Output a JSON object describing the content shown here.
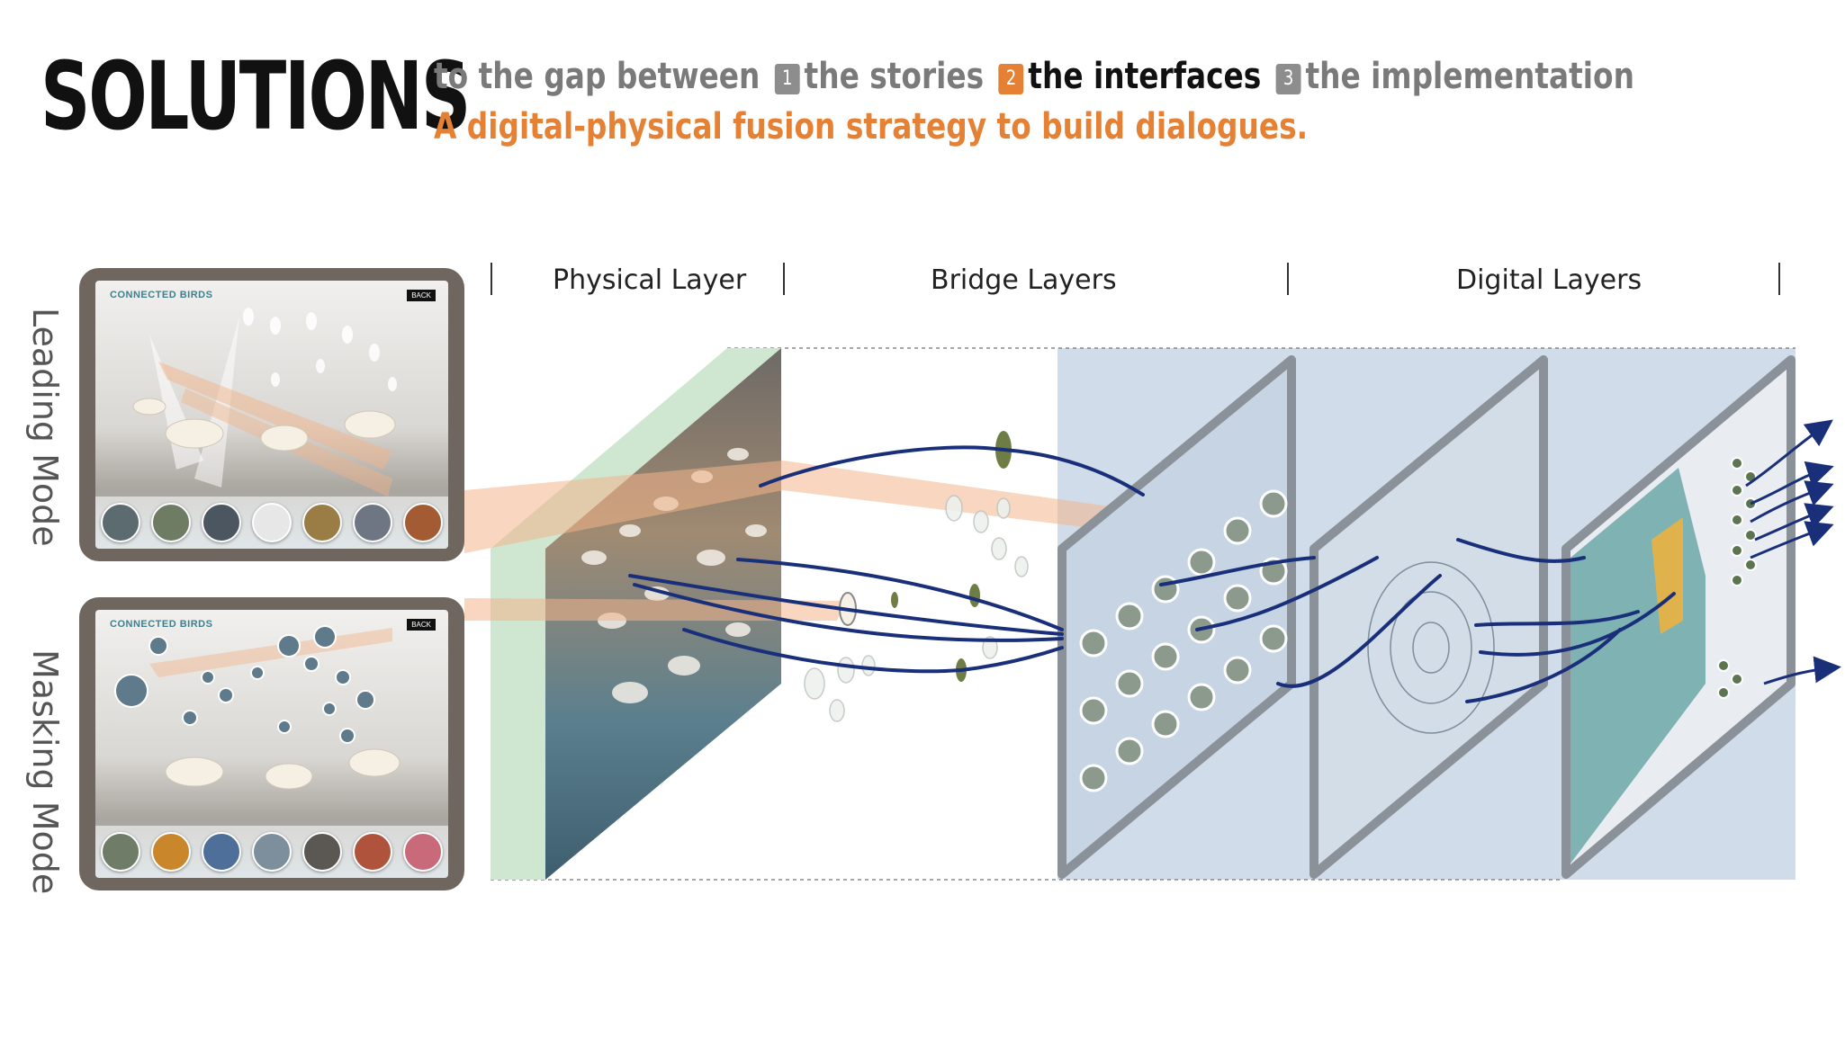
{
  "header": {
    "title": "SOLUTIONS",
    "intro": "to the gap between",
    "items": [
      {
        "num": "1",
        "label": "the stories"
      },
      {
        "num": "2",
        "label": "the interfaces"
      },
      {
        "num": "3",
        "label": "the implementation"
      }
    ],
    "subtitle": "A digital-physical fusion strategy to build dialogues."
  },
  "columns": {
    "physical": "Physical Layer",
    "bridge": "Bridge Layers",
    "digital": "Digital Layers"
  },
  "modes": {
    "leading": "Leading Mode",
    "masking": "Masking Mode"
  },
  "tablet": {
    "app_title": "CONNECTED BIRDS",
    "back_label": "BACK"
  },
  "colors": {
    "accent": "#e58135",
    "badge_grey": "#8d8d8d",
    "link_line": "#1a2f7a",
    "digital_bg": "#d0dcea",
    "physical_green": "#cfe7d0",
    "orange_band": "#f2b48a"
  }
}
